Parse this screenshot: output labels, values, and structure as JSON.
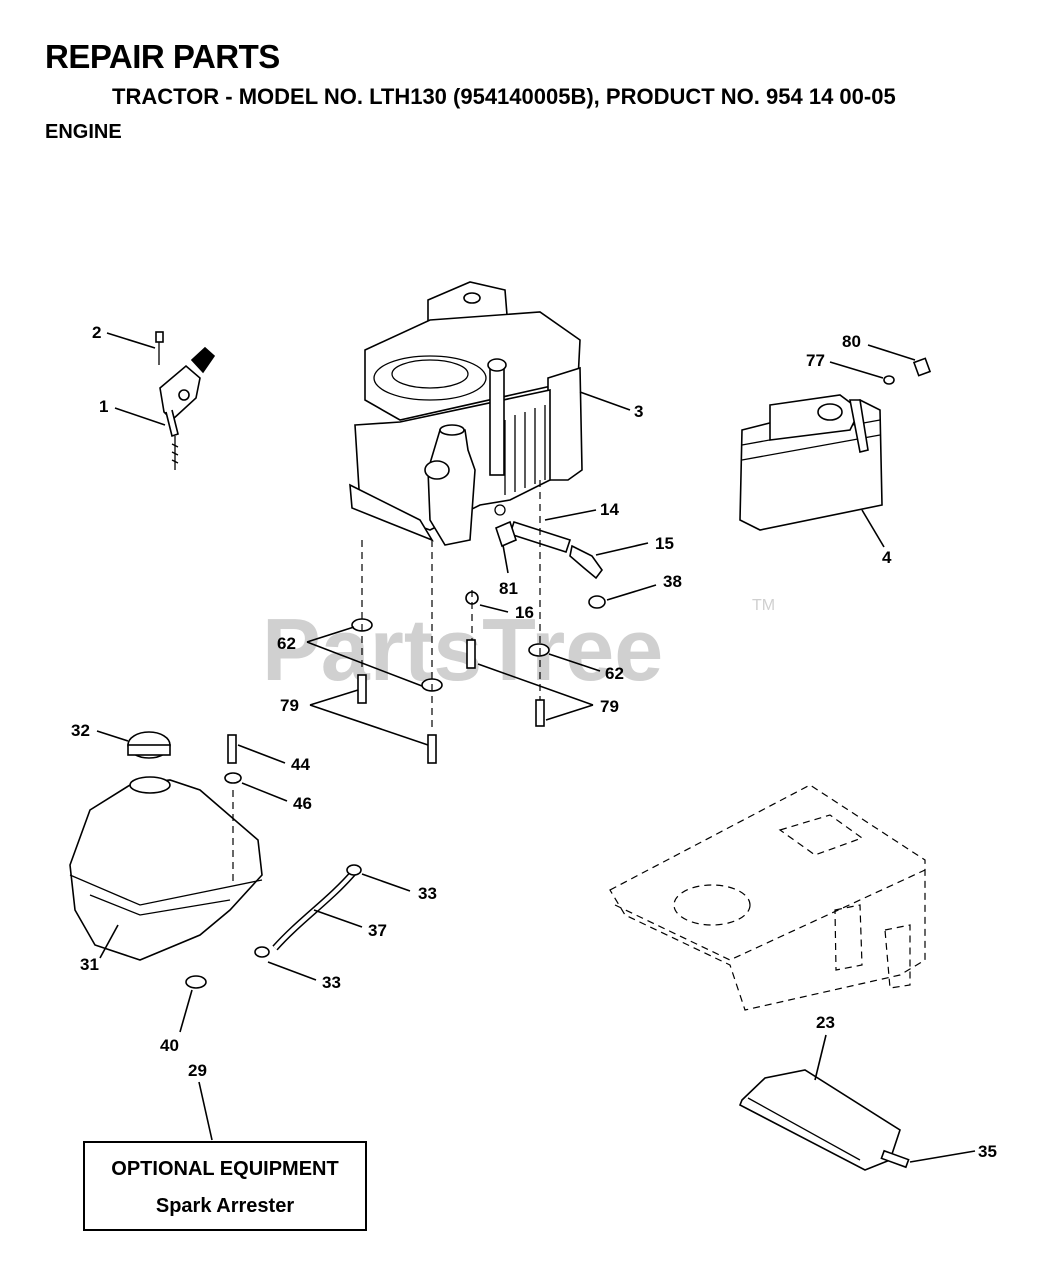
{
  "header": {
    "title": "REPAIR PARTS",
    "subtitle": "TRACTOR - MODEL NO. LTH130 (954140005B), PRODUCT NO. 954 14 00-05",
    "section": "ENGINE"
  },
  "watermark": {
    "text": "PartsTree",
    "tm": "TM"
  },
  "part_labels": {
    "p1": "1",
    "p2": "2",
    "p3": "3",
    "p4": "4",
    "p14": "14",
    "p15": "15",
    "p16": "16",
    "p23": "23",
    "p29": "29",
    "p31": "31",
    "p32": "32",
    "p33a": "33",
    "p33b": "33",
    "p35": "35",
    "p37": "37",
    "p38": "38",
    "p40": "40",
    "p44": "44",
    "p46": "46",
    "p62a": "62",
    "p62b": "62",
    "p77": "77",
    "p79a": "79",
    "p79b": "79",
    "p80": "80",
    "p81": "81"
  },
  "optional_box": {
    "line1": "OPTIONAL EQUIPMENT",
    "line2": "Spark Arrester"
  }
}
